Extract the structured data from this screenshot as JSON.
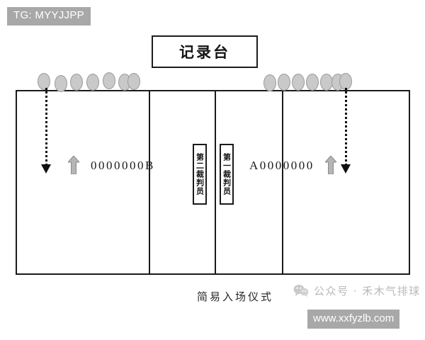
{
  "watermarks": {
    "top_left": "TG: MYYJJPP",
    "bottom_right": "www.xxfyzlb.com"
  },
  "scorer_table": {
    "label": "记录台"
  },
  "caption": {
    "text": "简易入场仪式"
  },
  "credit": {
    "icon": "wechat-icon",
    "text": "公众号 · 禾木气排球"
  },
  "referees": [
    {
      "name": "second-referee",
      "label": "第二裁判员"
    },
    {
      "name": "first-referee",
      "label": "第一裁判员"
    }
  ],
  "teams": [
    {
      "side": "left",
      "name": "team-b",
      "label": "0000000B",
      "arrow": "up-arrow"
    },
    {
      "side": "right",
      "name": "team-a",
      "label": "A0000000",
      "arrow": "up-arrow"
    }
  ],
  "players": {
    "left_count": 7,
    "right_count": 7,
    "shape": "oval"
  },
  "paths": [
    {
      "name": "left-entry-path",
      "marker": "down-arrow"
    },
    {
      "name": "right-entry-path",
      "marker": "down-arrow"
    }
  ],
  "colors": {
    "line": "#1a1a1a",
    "player_fill": "#c9c9c9",
    "player_stroke": "#9a9a9a",
    "arrow_fill": "#b5b5b5",
    "arrow_stroke": "#8a8a8a",
    "watermark_bg": "#a8a8a8",
    "credit_text": "#b9b9b9"
  }
}
